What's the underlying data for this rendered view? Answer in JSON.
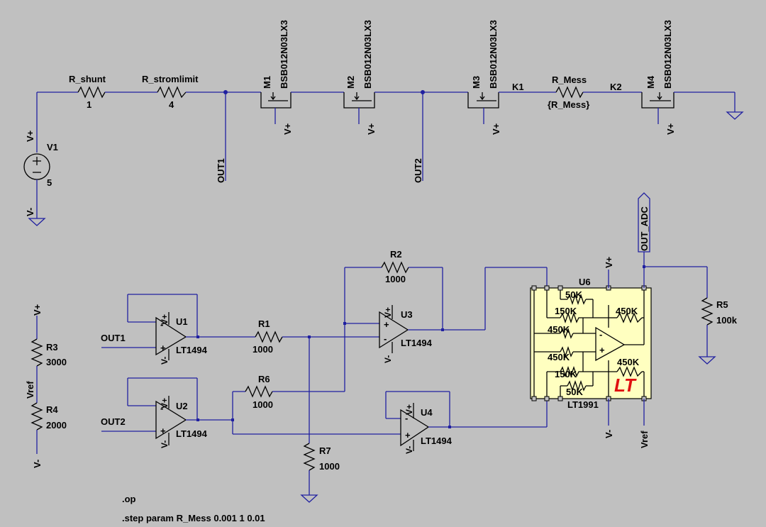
{
  "components": {
    "r_shunt": {
      "name": "R_shunt",
      "value": "1"
    },
    "r_stromlimit": {
      "name": "R_stromlimit",
      "value": "4"
    },
    "v1": {
      "name": "V1",
      "value": "5",
      "plus": "V+",
      "minus": "V-"
    },
    "m1": {
      "name": "M1",
      "part": "BSB012N03LX3",
      "supply": "V+"
    },
    "m2": {
      "name": "M2",
      "part": "BSB012N03LX3",
      "supply": "V+"
    },
    "m3": {
      "name": "M3",
      "part": "BSB012N03LX3",
      "supply": "V+"
    },
    "m4": {
      "name": "M4",
      "part": "BSB012N03LX3",
      "supply": "V+"
    },
    "k1": "K1",
    "k2": "K2",
    "r_mess": {
      "name": "R_Mess",
      "value": "{R_Mess}"
    },
    "r1": {
      "name": "R1",
      "value": "1000"
    },
    "r2": {
      "name": "R2",
      "value": "1000"
    },
    "r3": {
      "name": "R3",
      "value": "3000"
    },
    "r4": {
      "name": "R4",
      "value": "2000"
    },
    "r5": {
      "name": "R5",
      "value": "100k"
    },
    "r6": {
      "name": "R6",
      "value": "1000"
    },
    "r7": {
      "name": "R7",
      "value": "1000"
    },
    "u1": {
      "name": "U1",
      "part": "LT1494"
    },
    "u2": {
      "name": "U2",
      "part": "LT1494"
    },
    "u3": {
      "name": "U3",
      "part": "LT1494"
    },
    "u4": {
      "name": "U4",
      "part": "LT1494"
    },
    "u6": {
      "name": "U6",
      "part": "LT1991",
      "r_50k_top": "50K",
      "r_150k_top": "150K",
      "r_450k_a": "450K",
      "r_450k_b": "450K",
      "r_450k_c": "450K",
      "r_450k_d": "450K",
      "r_150k_bot": "150K",
      "r_50k_bot": "50K"
    }
  },
  "nets": {
    "out1": "OUT1",
    "out2": "OUT2",
    "out_adc": "OUT_ADC",
    "vref": "Vref",
    "vplus": "V+",
    "vminus": "V-"
  },
  "opamp_pins": {
    "plus": "+",
    "minus": "-",
    "vp": "V+",
    "vm": "V-"
  },
  "directives": {
    "op": ".op",
    "step": ".step param R_Mess 0.001 1 0.01"
  },
  "logo": "LT",
  "colors": {
    "wire": "#2020a0",
    "component": "#000000",
    "background": "#c0c0c0",
    "chip_fill": "#ffffc0",
    "logo": "#e01010"
  }
}
